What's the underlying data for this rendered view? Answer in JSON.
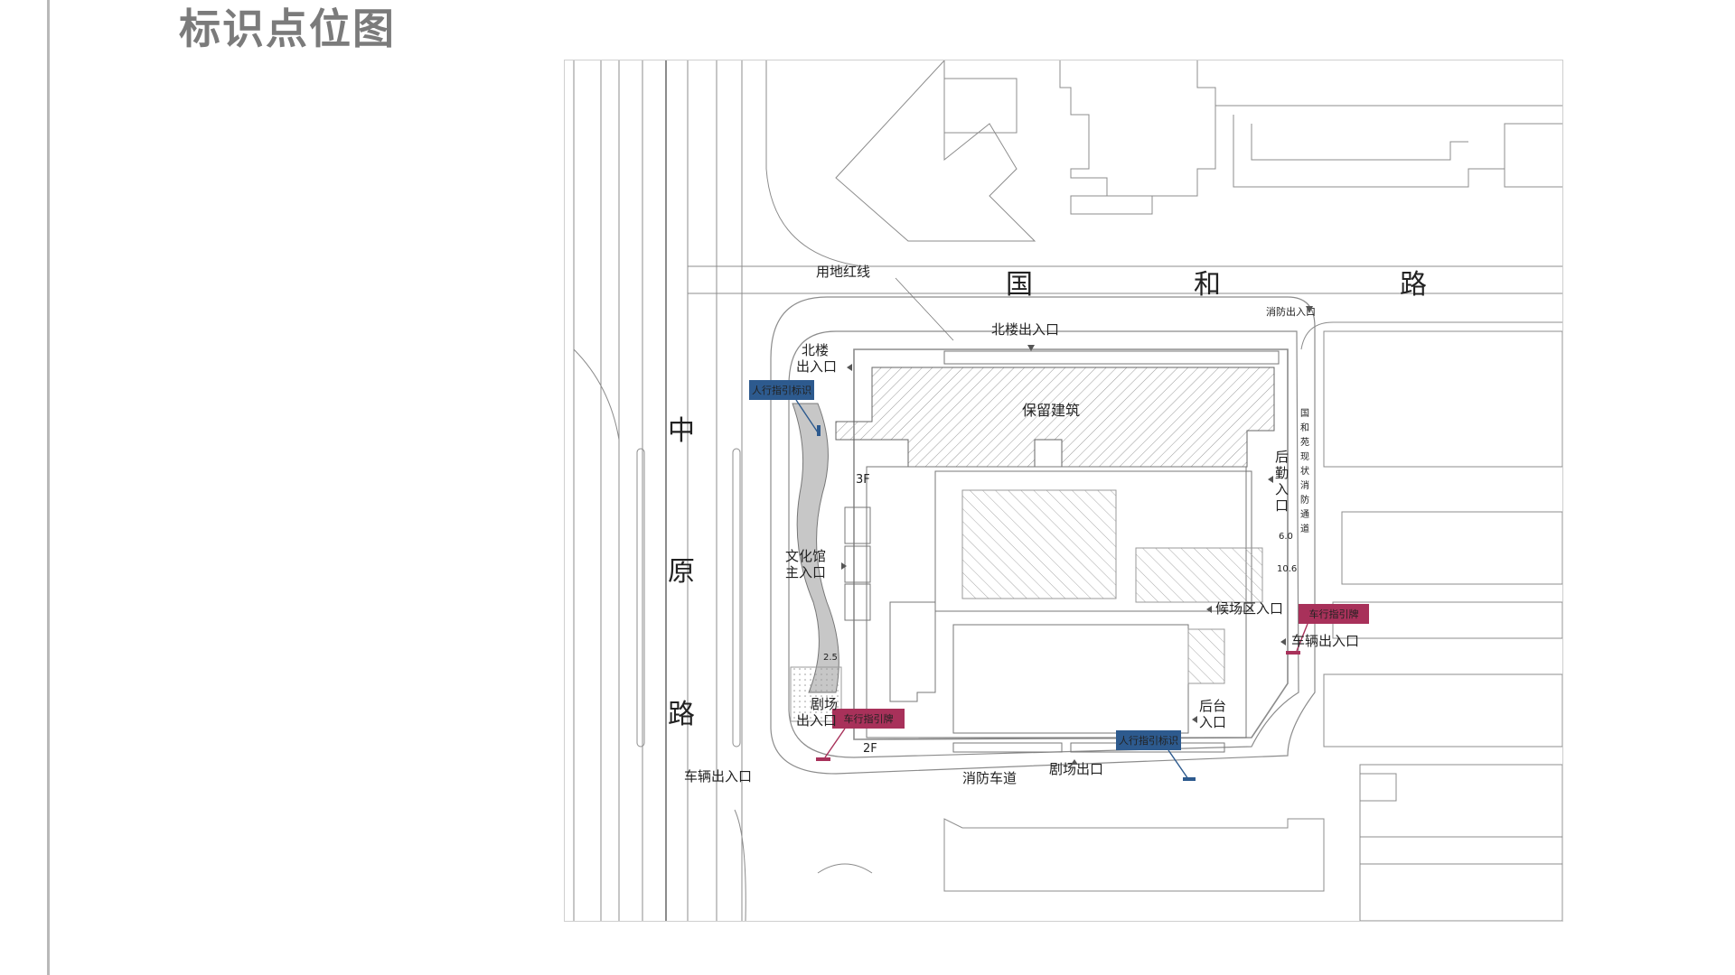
{
  "page": {
    "title": "标识点位图"
  },
  "roads": {
    "guohe": [
      "国",
      "和",
      "路"
    ],
    "zhongyuan": [
      "中",
      "原",
      "路"
    ]
  },
  "labels": {
    "red_line": "用地红线",
    "north_exit": "北楼出入口",
    "fire_exit": "消防出入口",
    "north_building_exit": [
      "北楼",
      "出入口"
    ],
    "preserved_building": "保留建筑",
    "floor_3f": "3F",
    "floor_2f": "2F",
    "culture_main_entrance": [
      "文化馆",
      "主入口"
    ],
    "logistics_entrance": [
      "后",
      "勤",
      "入",
      "口"
    ],
    "vertical_text": [
      "国",
      "和",
      "苑",
      "现",
      "状",
      "消",
      "防",
      "通",
      "道"
    ],
    "waiting_area_entrance": "候场区入口",
    "vehicle_entrance": "车辆出入口",
    "backstage_entrance": [
      "后台",
      "入口"
    ],
    "theater_entrance": [
      "剧场",
      "出入口"
    ],
    "fire_lane": "消防车道",
    "theater_exit": "剧场出口",
    "vehicle_exit_left": "车辆出入口",
    "elev_25": "2.5",
    "elev_60": "6.0",
    "elev_106": "10.6"
  },
  "signs": {
    "pedestrian_1": "人行指引标识",
    "pedestrian_2": "人行指引标识",
    "vehicle_1": "车行指引牌",
    "vehicle_2": "车行指引牌"
  },
  "colors": {
    "pedestrian_sign": "#2d5a8e",
    "vehicle_sign": "#a8315a",
    "line": "#8c8c8c",
    "building_hatch": "#9a9a9a"
  }
}
